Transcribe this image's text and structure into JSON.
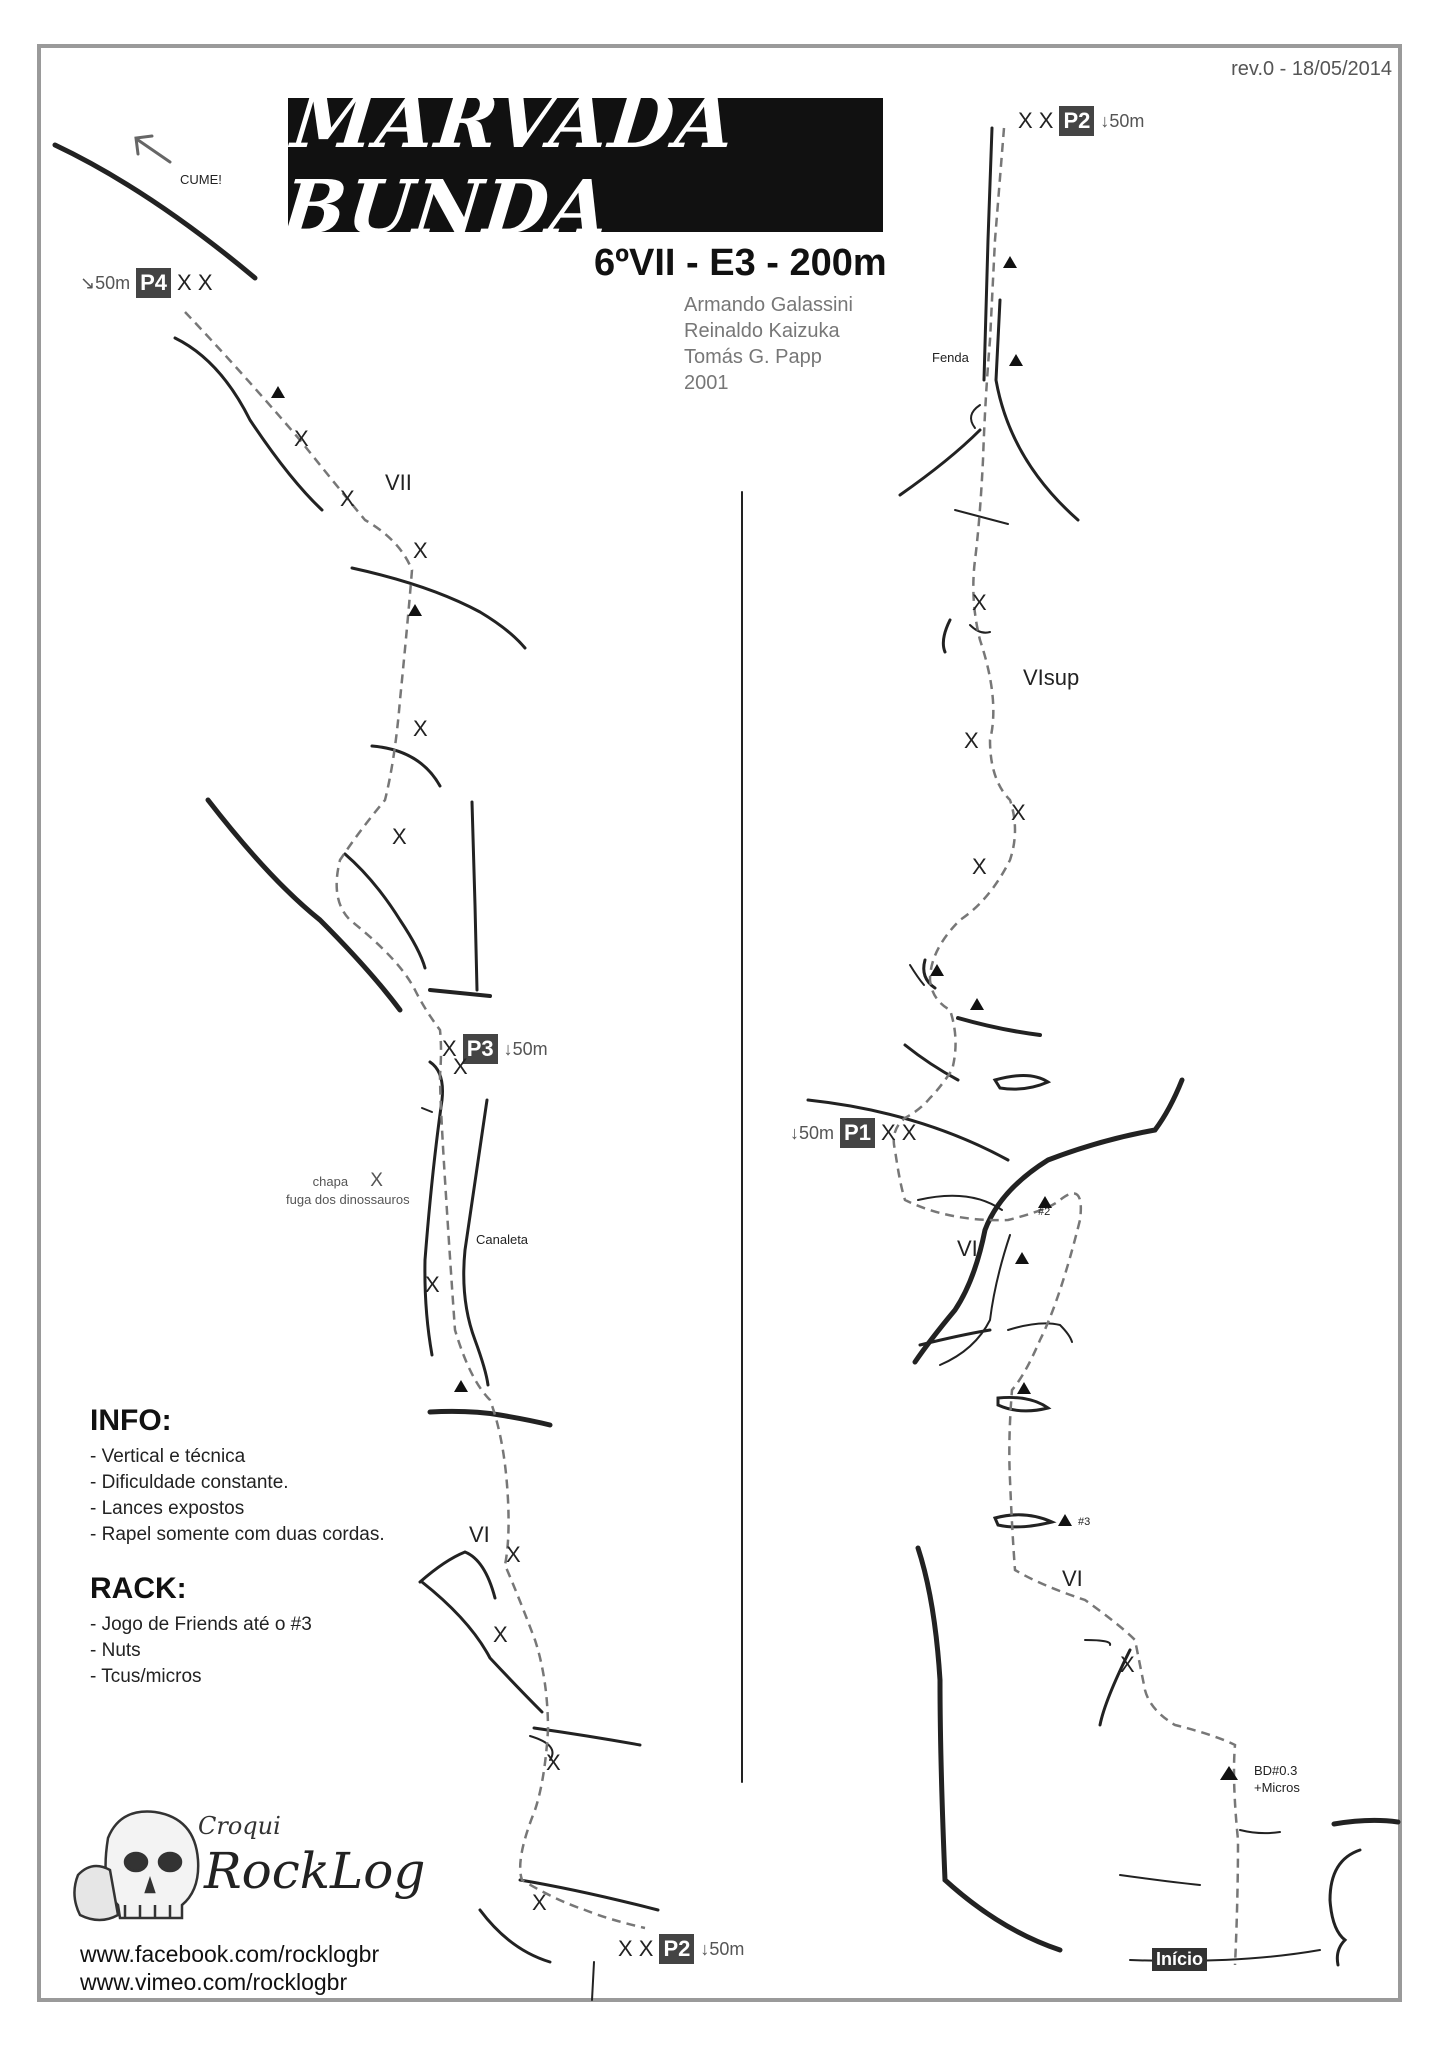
{
  "revision": "rev.0 - 18/05/2014",
  "title": "MARVADA BUNDA",
  "grade": "6ºVII - E3 - 200m",
  "authors": [
    "Armando Galassini",
    "Reinaldo Kaizuka",
    "Tomás G. Papp",
    "2001"
  ],
  "summit_label": "CUME!",
  "belays": {
    "p1": {
      "name": "P1",
      "rappel": "↓50m",
      "bolts": "X X"
    },
    "p2_top": {
      "name": "P2",
      "rappel": "↓50m",
      "bolts": "X X"
    },
    "p2_bottom": {
      "name": "P2",
      "rappel": "↓50m",
      "bolts": "X X"
    },
    "p3": {
      "name": "P3",
      "rappel": "↓50m",
      "bolts": "X"
    },
    "p4": {
      "name": "P4",
      "rappel": "↘50m",
      "bolts": "X X"
    }
  },
  "grades": {
    "vii": "VII",
    "vi_left": "VI",
    "vi_mid": "VI",
    "vi_low": "VI",
    "visup": "VIsup"
  },
  "features": {
    "fenda": "Fenda",
    "canaleta": "Canaleta",
    "chapa": "chapa",
    "fuga": "fuga dos dinossauros",
    "cam2": "#2",
    "cam3": "#3",
    "bd_line1": "BD#0.3",
    "bd_line2": "+Micros",
    "inicio": "Início"
  },
  "bolt_glyph": "X",
  "info": {
    "heading": "INFO:",
    "items": [
      "- Vertical e técnica",
      "- Dificuldade constante.",
      "- Lances expostos",
      "- Rapel somente com duas cordas."
    ]
  },
  "rack": {
    "heading": "RACK:",
    "items": [
      "- Jogo de Friends até o #3",
      "- Nuts",
      "- Tcus/micros"
    ]
  },
  "logo": {
    "line1": "Croqui",
    "line2": "RockLog"
  },
  "links": [
    "www.facebook.com/rocklogbr",
    "www.vimeo.com/rocklogbr"
  ]
}
